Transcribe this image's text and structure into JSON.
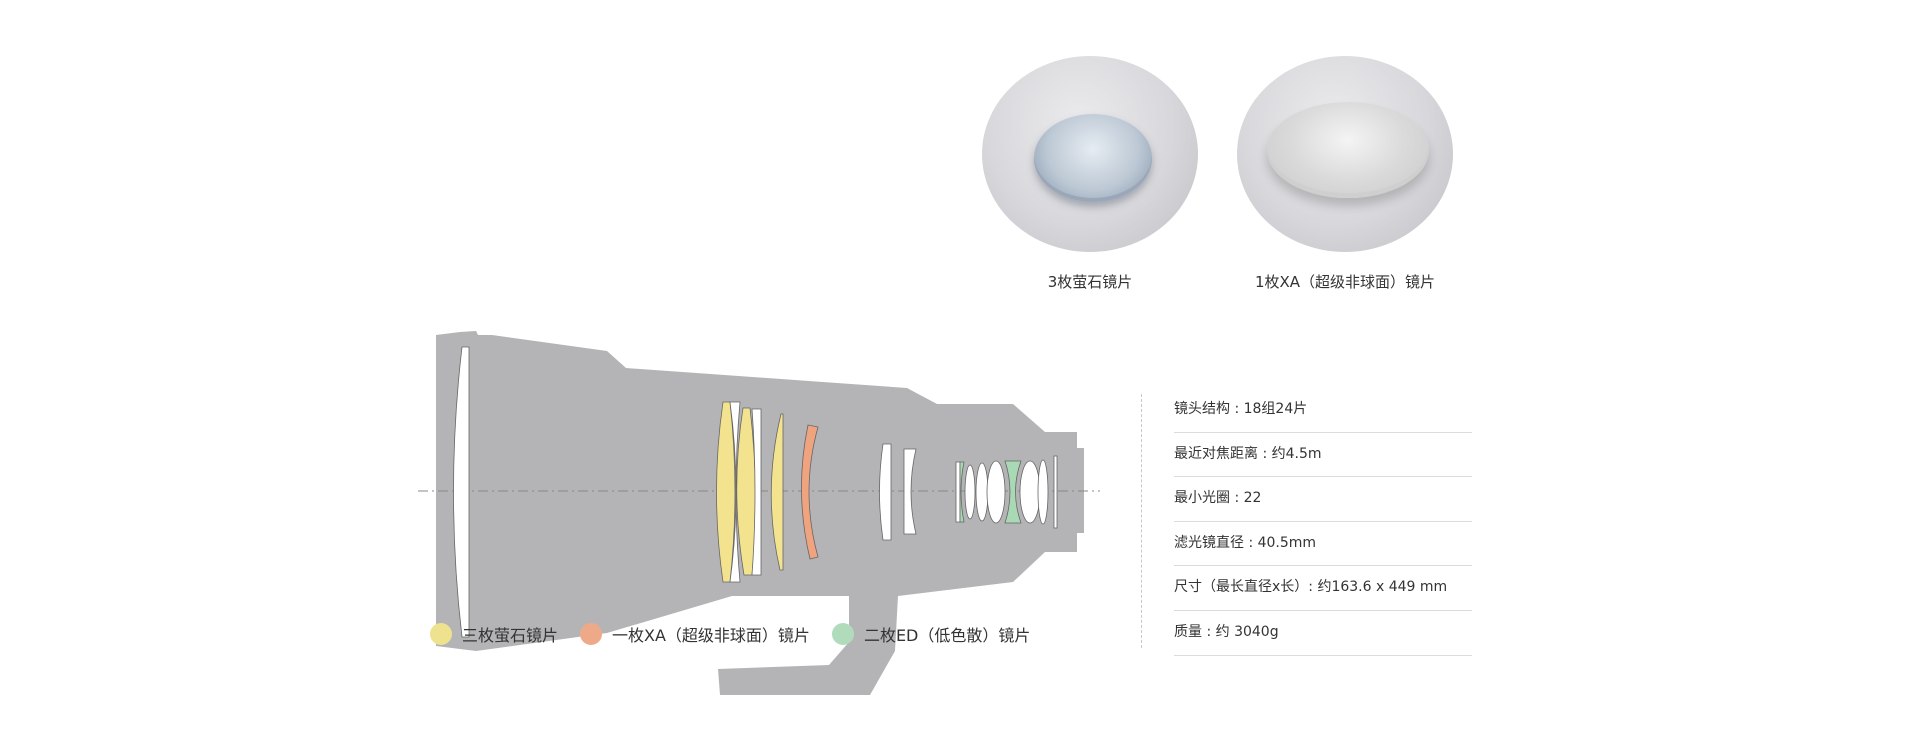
{
  "featured_lenses": [
    {
      "caption": "3枚萤石镜片"
    },
    {
      "caption": "1枚XA（超级非球面）镜片"
    }
  ],
  "legend": [
    {
      "label": "三枚萤石镜片",
      "color": "#eee28f"
    },
    {
      "label": "一枚XA（超级非球面）镜片",
      "color": "#eeaa88"
    },
    {
      "label": "二枚ED（低色散）镜片",
      "color": "#b0dcbc"
    }
  ],
  "specs": [
    {
      "text": "镜头结构 : 18组24片"
    },
    {
      "text": "最近对焦距离 : 约4.5m"
    },
    {
      "text": "最小光圈 : 22"
    },
    {
      "text": "滤光镜直径 : 40.5mm"
    },
    {
      "text": "尺寸（最长直径x长）: 约163.6 x 449 mm"
    },
    {
      "text": "质量 : 约 3040g"
    }
  ],
  "colors": {
    "body": "#b4b4b6",
    "fluorite": "#f3e38f",
    "xa": "#f0a37f",
    "ed": "#a9d9b4"
  }
}
